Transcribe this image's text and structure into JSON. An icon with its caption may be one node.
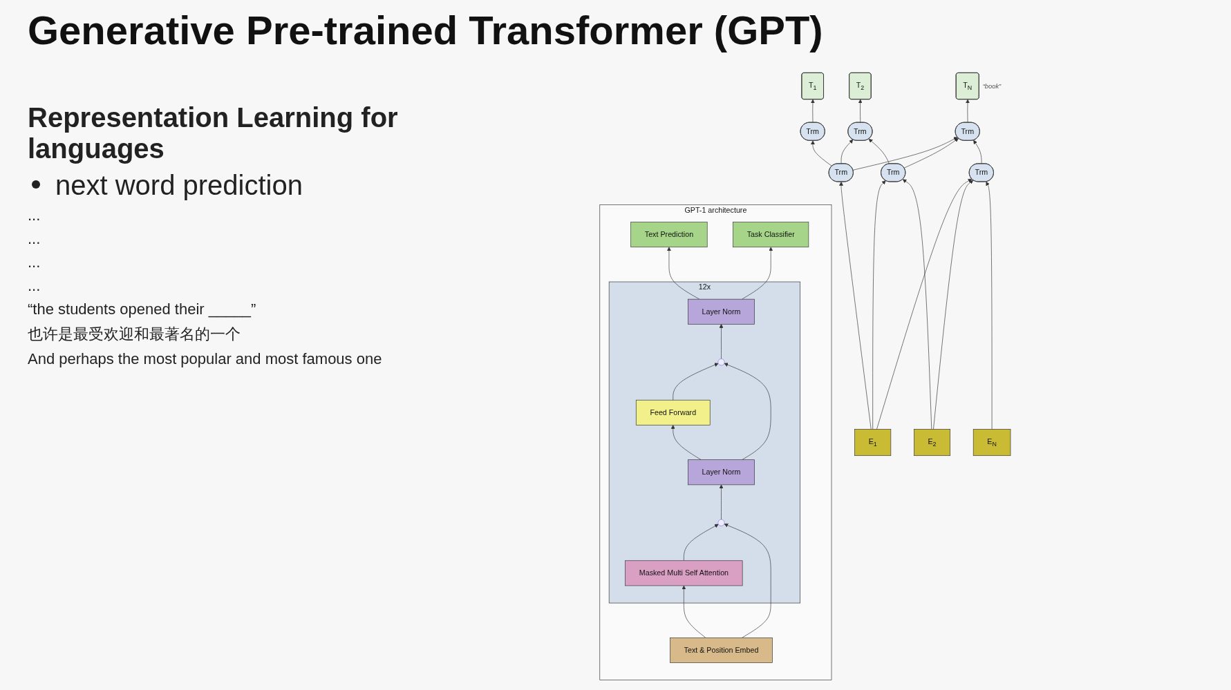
{
  "diagram": {
    "title": "Generative Pre-trained Transformer (GPT)",
    "nodes": [
      {
        "text": [
          "T$_{1}$"
        ]
      },
      {
        "text": [
          "T$_{2}$"
        ]
      },
      {
        "text": [
          "T$_{N}$"
        ],
        "beside": [
          "“book”"
        ]
      },
      {
        "text": [
          "Trm"
        ]
      },
      {
        "text": [
          "Trm"
        ]
      },
      {
        "text": [
          "Trm"
        ]
      },
      {
        "text": [
          "Trm"
        ]
      },
      {
        "text": [
          "Trm"
        ]
      },
      {
        "text": [
          "Trm"
        ]
      },
      {
        "text": [
          "E$_{1}$"
        ]
      },
      {
        "text": [
          "E$_{2}$"
        ]
      },
      {
        "text": [
          "E$_{N}$"
        ]
      },
      {
        "text": [
          "GPT-1 architecture"
        ]
      },
      {
        "text": [
          "Text Prediction"
        ],
        "in": 12
      },
      {
        "text": [
          "Task Classifier"
        ],
        "in": 12
      },
      {
        "text": [
          "12x"
        ],
        "in": 12
      },
      {
        "text": [
          "Layer Norm"
        ],
        "in": 15
      },
      {
        "text": [],
        "shape": "circle",
        "in": 15
      },
      {
        "text": [
          "Feed Forward"
        ],
        "in": 15
      },
      {
        "text": [
          "Layer Norm"
        ],
        "in": 15
      },
      {
        "text": [],
        "shape": "circle",
        "in": 15
      },
      {
        "text": [
          "Masked Multi Self Attention"
        ],
        "in": 15
      },
      {
        "text": [
          "Text & Position Embed"
        ],
        "in": 12
      }
    ],
    "edges": [
      {
        "from": 9,
        "to": 6,
        "arrow": "to"
      },
      {
        "from": 9,
        "to": 7,
        "arrow": "to"
      },
      {
        "from": 9,
        "to": 8,
        "arrow": "to"
      },
      {
        "from": 10,
        "to": 7,
        "arrow": "to"
      },
      {
        "from": 10,
        "to": 8,
        "arrow": "to"
      },
      {
        "from": 11,
        "to": 8,
        "arrow": "to"
      },
      {
        "from": 6,
        "to": 3,
        "arrow": "to"
      },
      {
        "from": 6,
        "to": 4,
        "arrow": "to"
      },
      {
        "from": 6,
        "to": 5,
        "arrow": "to"
      },
      {
        "from": 7,
        "to": 4,
        "arrow": "to"
      },
      {
        "from": 7,
        "to": 5,
        "arrow": "to"
      },
      {
        "from": 8,
        "to": 5,
        "arrow": "to"
      },
      {
        "from": 3,
        "to": 0,
        "arrow": "to"
      },
      {
        "from": 4,
        "to": 1,
        "arrow": "to"
      },
      {
        "from": 5,
        "to": 2,
        "arrow": "to"
      },
      {
        "from": 22,
        "to": 21,
        "arrow": "to"
      },
      {
        "from": 21,
        "to": 20,
        "arrow": "to"
      },
      {
        "from": 22,
        "to": 20,
        "arrow": "to"
      },
      {
        "from": 20,
        "to": 19,
        "arrow": "to"
      },
      {
        "from": 19,
        "to": 18,
        "arrow": "to"
      },
      {
        "from": 18,
        "to": 17,
        "arrow": "to"
      },
      {
        "from": 19,
        "to": 17,
        "arrow": "to"
      },
      {
        "from": 17,
        "to": 16,
        "arrow": "to"
      },
      {
        "from": 16,
        "to": 13,
        "arrow": "to"
      },
      {
        "from": 16,
        "to": 14,
        "arrow": "to"
      }
    ],
    "labels": [
      "Representation Learning for languages",
      "next word prediction",
      "...",
      "...",
      "...",
      "...",
      "“the students opened their _____”",
      "也许是最受欢迎和最著名的一个",
      "And perhaps the most popular and most famous one"
    ]
  }
}
